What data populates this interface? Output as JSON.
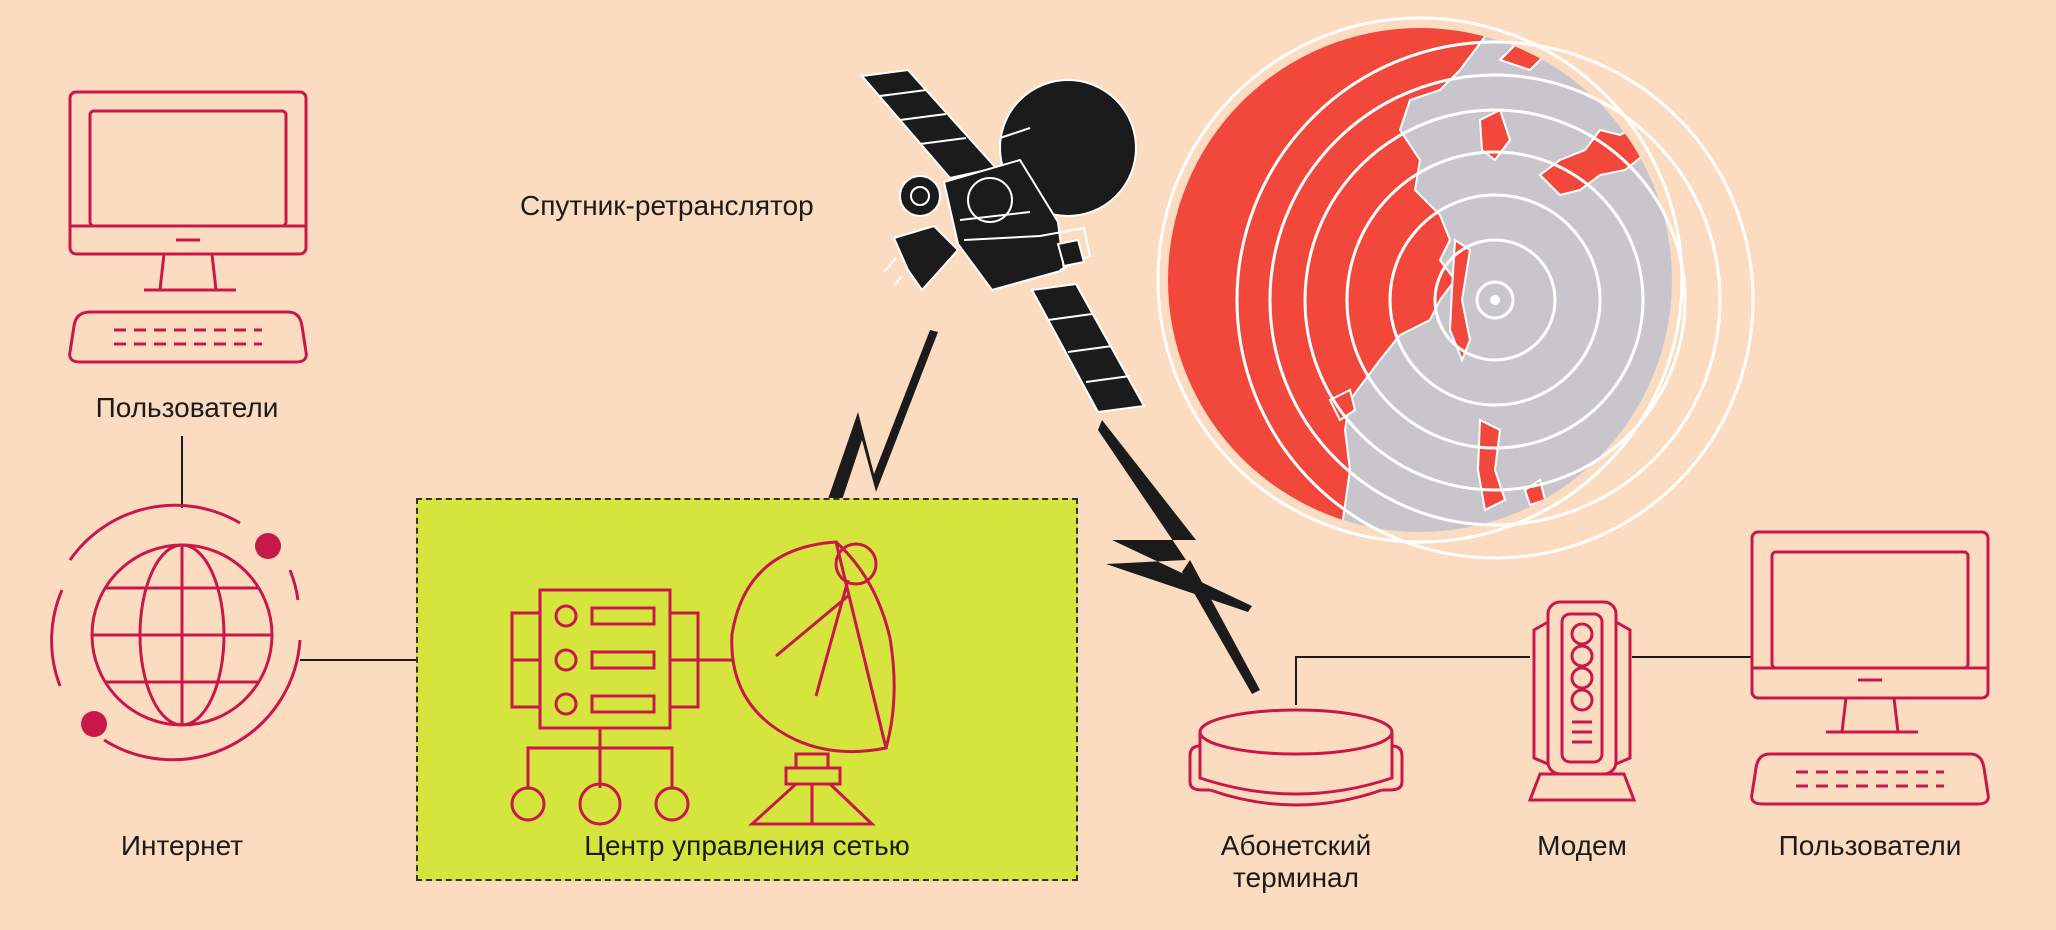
{
  "colors": {
    "background": "#fbdcc0",
    "accent": "#c8184a",
    "ncc_fill": "#d5e53e",
    "land": "#f2483c",
    "ocean": "#c8c6cc",
    "ink": "#1b1b1b"
  },
  "labels": {
    "users_left": "Пользователи",
    "internet": "Интернет",
    "satellite": "Спутник-ретранслятор",
    "ncc": "Центр управления сетью",
    "terminal": "Абонетский\nтерминал",
    "modem": "Модем",
    "users_right": "Пользователи"
  },
  "icons": [
    "computer-icon",
    "globe-icon",
    "server-icon",
    "satellite-dish-icon",
    "satellite-icon",
    "earth-coverage-icon",
    "terminal-icon",
    "modem-icon",
    "lightning-signal-icon"
  ]
}
